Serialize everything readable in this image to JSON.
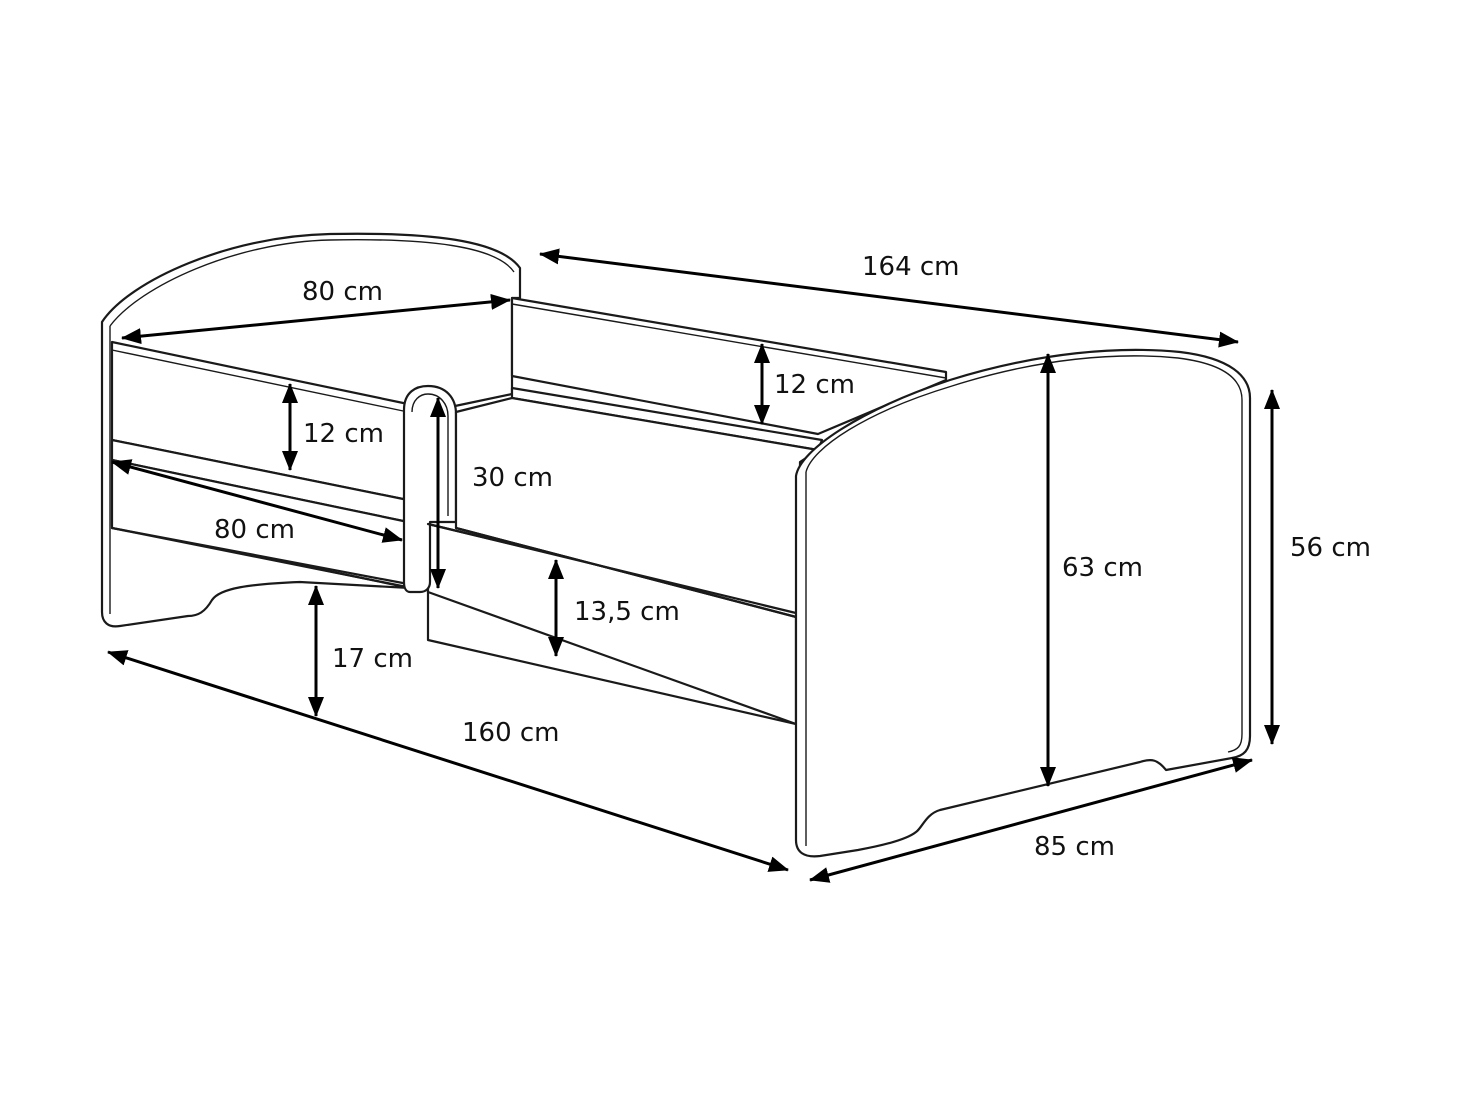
{
  "dimensions": {
    "top_length": "164 cm",
    "headboard_width": "80 cm",
    "back_rail_height": "12 cm",
    "front_rail_height": "12 cm",
    "guard_height": "30 cm",
    "opening_length": "80 cm",
    "drawer_height": "13,5 cm",
    "floor_clearance": "17 cm",
    "bottom_length": "160 cm",
    "footboard_height": "63 cm",
    "total_height": "56 cm",
    "depth": "85 cm"
  },
  "colors": {
    "line": "#1a1a1a",
    "background": "#ffffff"
  }
}
